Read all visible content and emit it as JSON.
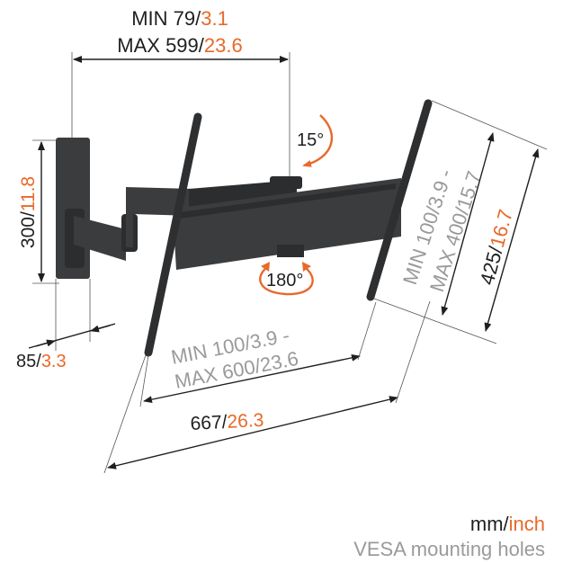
{
  "dimensions": {
    "wall_distance": {
      "min_mm": "MIN 79/",
      "min_inch": "3.1",
      "max_mm": "MAX 599/",
      "max_inch": "23.6"
    },
    "plate_height": {
      "mm": "300/",
      "inch": "11.8"
    },
    "plate_width": {
      "mm": "85/",
      "inch": "3.3"
    },
    "tilt": "15°",
    "swivel": "180°",
    "vesa_horizontal": {
      "line1": "MIN 100/3.9 -",
      "line2": "MAX 600/23.6"
    },
    "overall_width": {
      "mm": "667/",
      "inch": "26.3"
    },
    "vesa_vertical": {
      "line1": "MIN 100/3.9 -",
      "line2": "MAX 400/15.7"
    },
    "overall_height": {
      "mm": "425/",
      "inch": "16.7"
    }
  },
  "legend": {
    "unit_mm": "mm/",
    "unit_inch": "inch",
    "note": "VESA mounting holes"
  },
  "colors": {
    "text": "#1f1f1f",
    "accent": "#e8692a",
    "secondary": "#9a9a9a",
    "product": "#3b3c3e"
  }
}
